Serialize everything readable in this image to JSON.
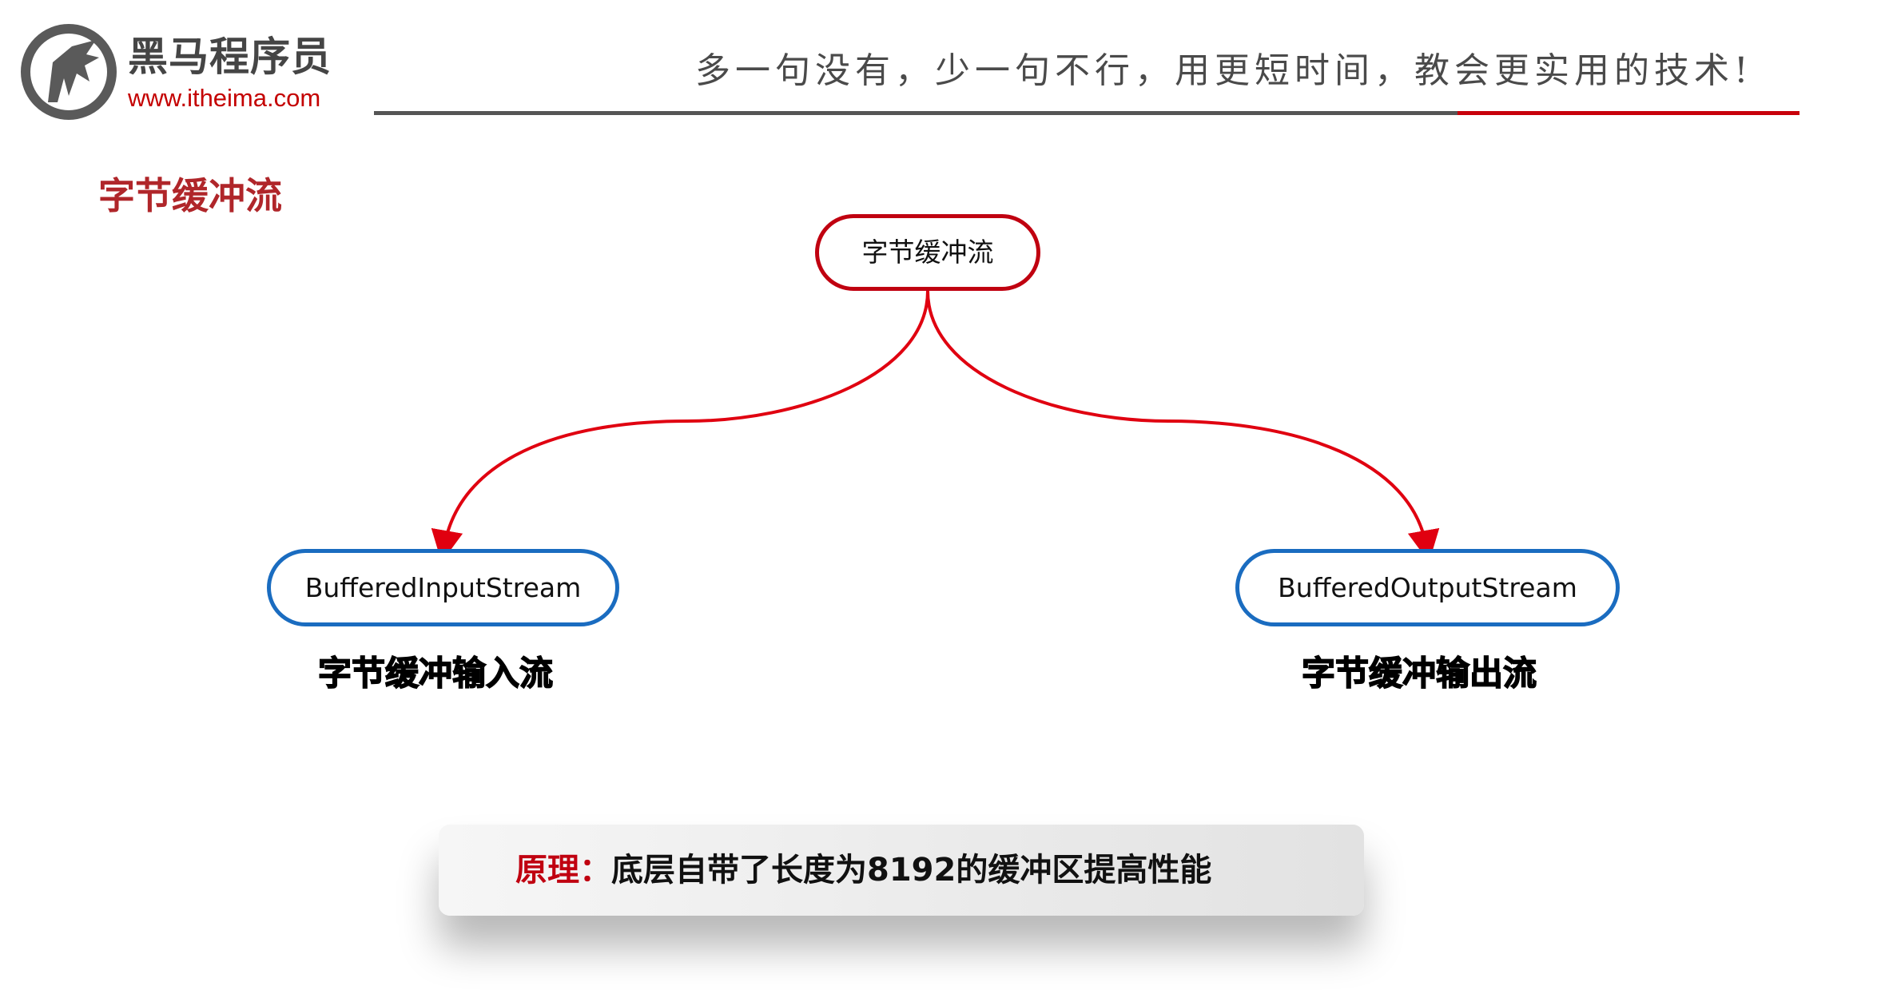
{
  "header": {
    "logo_name": "黑马程序员",
    "logo_url": "www.itheima.com",
    "slogan": "多一句没有，少一句不行，用更短时间，教会更实用的技术!"
  },
  "section_title": "字节缓冲流",
  "diagram": {
    "root": "字节缓冲流",
    "children": [
      {
        "node": "BufferedInputStream",
        "caption": "字节缓冲输入流"
      },
      {
        "node": "BufferedOutputStream",
        "caption": "字节缓冲输出流"
      }
    ]
  },
  "note": {
    "key": "原理：",
    "text": "底层自带了长度为8192的缓冲区提高性能"
  },
  "colors": {
    "accent_red": "#c00010",
    "node_blue": "#1a6cc0"
  }
}
